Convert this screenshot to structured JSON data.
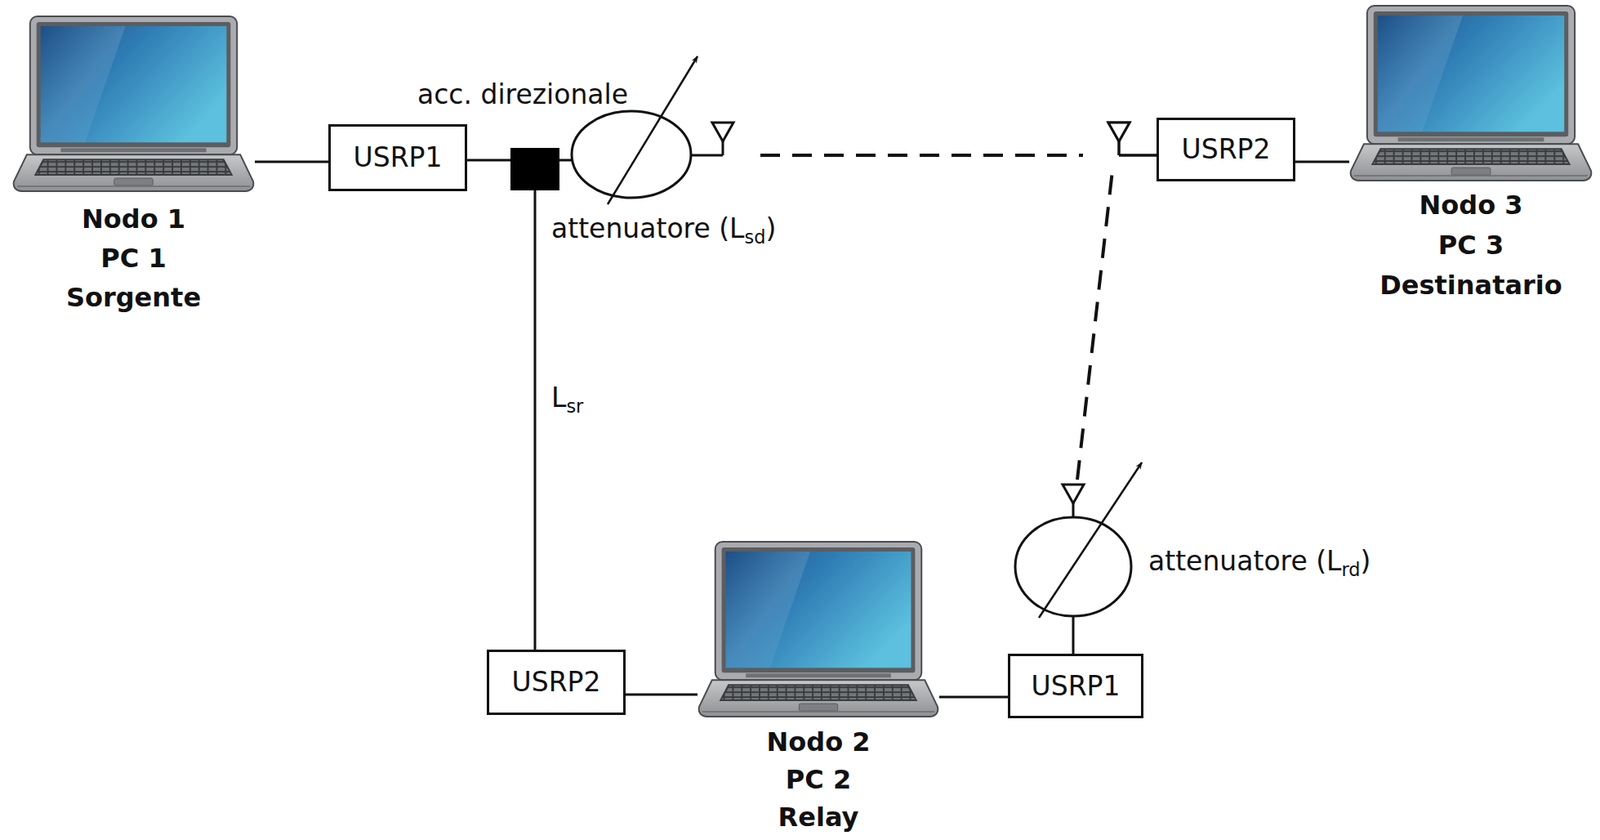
{
  "diagram": {
    "nodes": [
      {
        "text": [
          "Nodo 1",
          "PC 1",
          "Sorgente"
        ]
      },
      {
        "text": [
          "USRP1"
        ]
      },
      {
        "text": [
          "acc. direzionale"
        ]
      },
      {
        "text": [
          "attenuatore (Lsd)"
        ]
      },
      {
        "text": [
          "USRP2"
        ]
      },
      {
        "text": [
          "Nodo 3",
          "PC 3",
          "Destinatario"
        ]
      },
      {
        "text": [
          "USRP2"
        ]
      },
      {
        "text": [
          "Nodo 2",
          "PC 2",
          "Relay"
        ]
      },
      {
        "text": [
          "USRP1"
        ]
      },
      {
        "text": [
          "attenuatore (Lrd)"
        ]
      }
    ],
    "edges": [
      {
        "from": 0,
        "to": 1,
        "arrow": "none"
      },
      {
        "from": 1,
        "to": 2,
        "arrow": "none"
      },
      {
        "from": 2,
        "to": 3,
        "arrow": "none"
      },
      {
        "from": 2,
        "to": 6,
        "label": "Lsr",
        "arrow": "none"
      },
      {
        "from": 3,
        "to": 4,
        "arrow": "none"
      },
      {
        "from": 4,
        "to": 5,
        "arrow": "none"
      },
      {
        "from": 6,
        "to": 7,
        "arrow": "none"
      },
      {
        "from": 7,
        "to": 8,
        "arrow": "none"
      },
      {
        "from": 8,
        "to": 9,
        "arrow": "none"
      },
      {
        "from": 9,
        "to": 4,
        "arrow": "none"
      }
    ]
  }
}
